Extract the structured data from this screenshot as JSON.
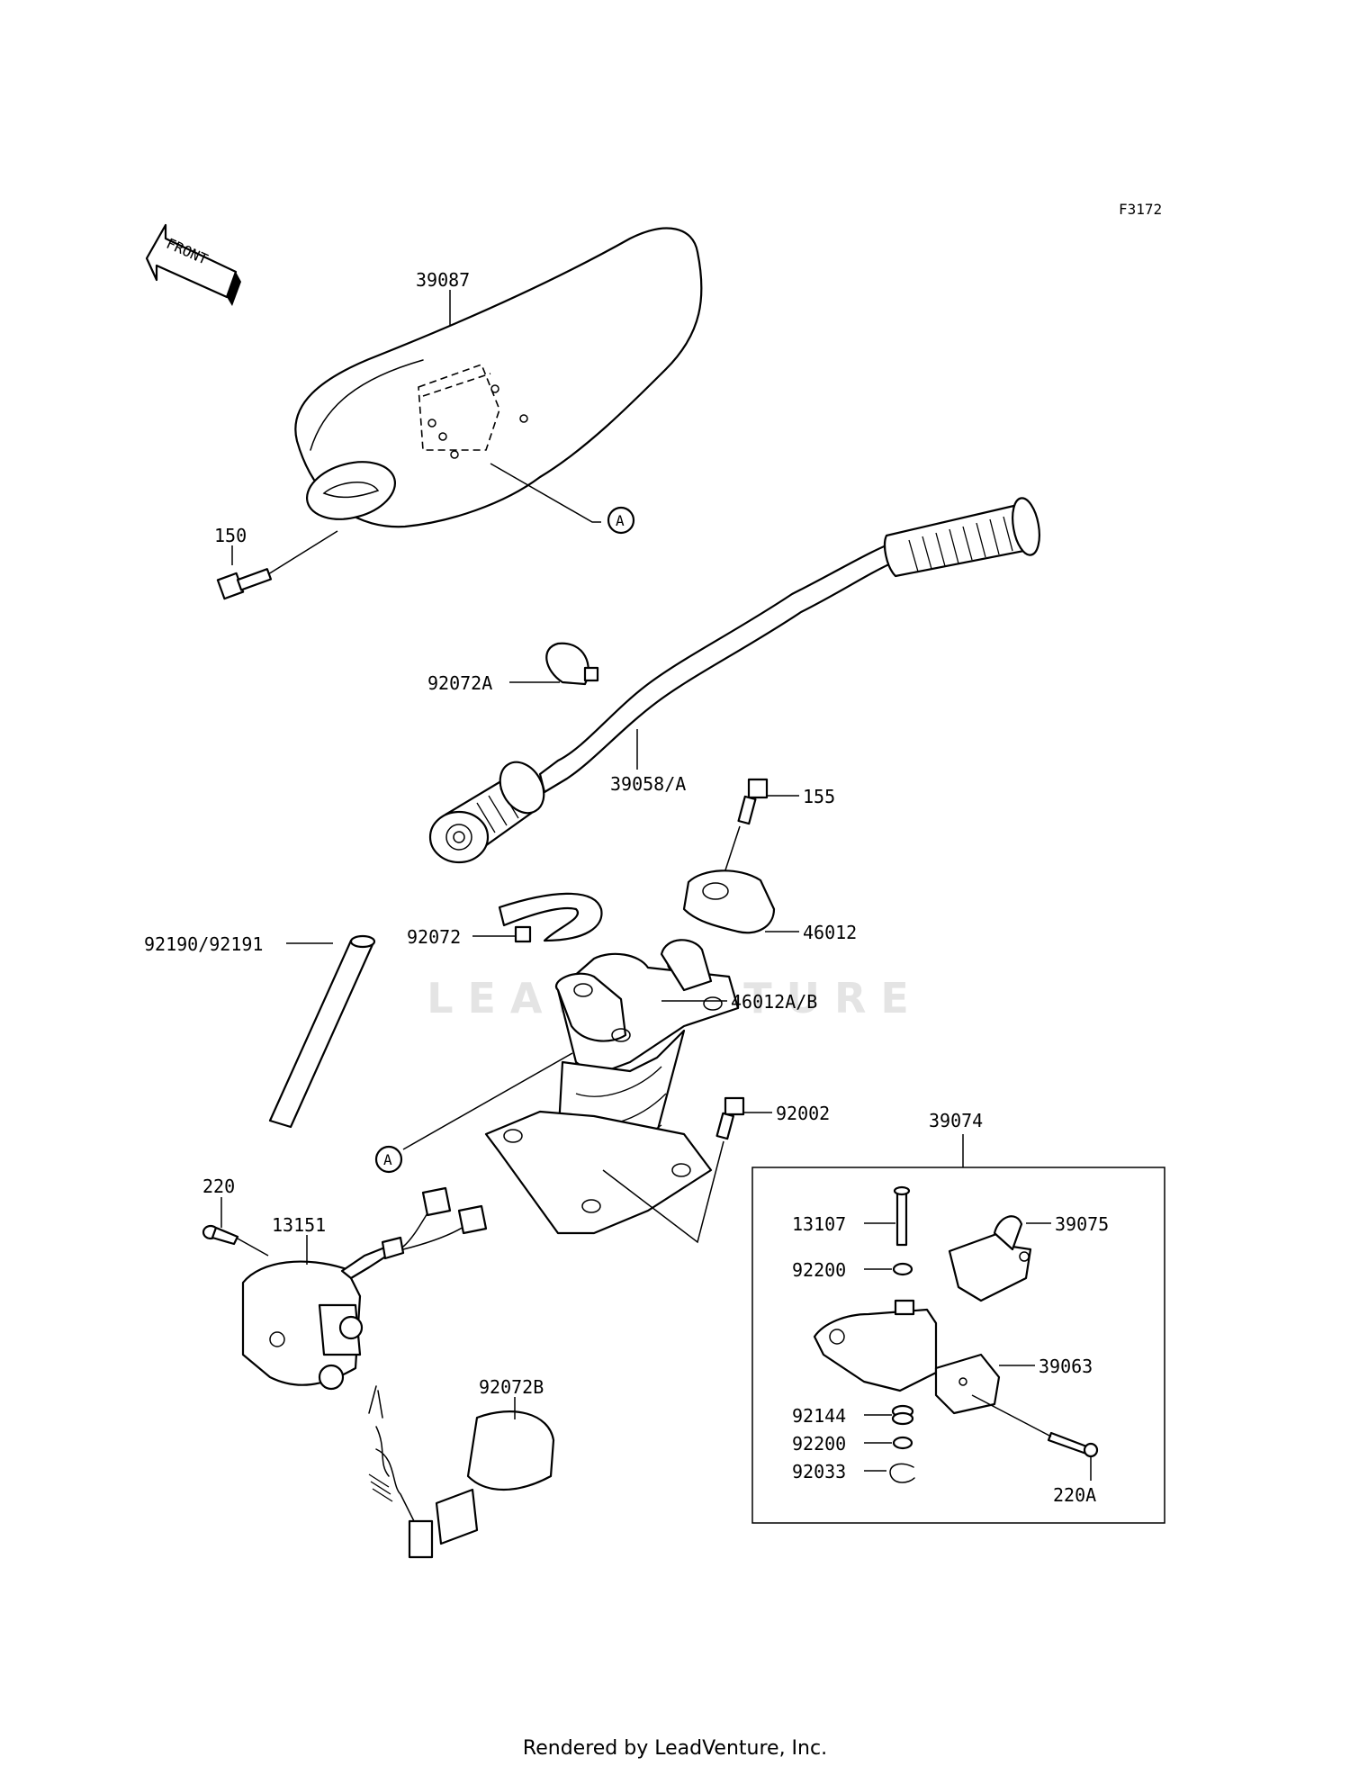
{
  "diagram": {
    "code": "F3172",
    "front_label": "FRONT",
    "ref_marker": "A",
    "box_group": "39074",
    "watermark": "LEADVENTURE",
    "labels": {
      "p39087": "39087",
      "p150": "150",
      "p92072A": "92072A",
      "p39058A": "39058/A",
      "p155": "155",
      "p92190": "92190/92191",
      "p92072": "92072",
      "p46012": "46012",
      "p46012AB": "46012A/B",
      "p92002": "92002",
      "p220": "220",
      "p13151": "13151",
      "p92072B": "92072B",
      "p13107": "13107",
      "p39075": "39075",
      "p92200a": "92200",
      "p39063": "39063",
      "p92144": "92144",
      "p92200b": "92200",
      "p92033": "92033",
      "p220A": "220A"
    }
  },
  "footer": "Rendered by LeadVenture, Inc."
}
